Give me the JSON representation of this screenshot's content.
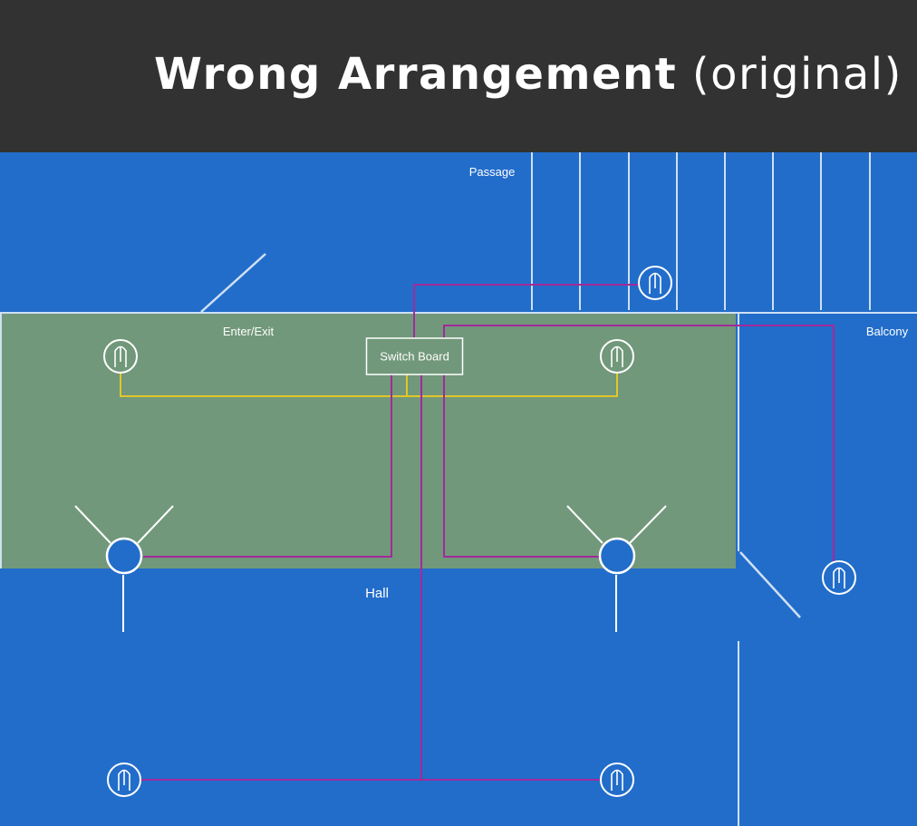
{
  "header": {
    "title_main": "Wrong Arrangement",
    "title_suffix": "(original)"
  },
  "labels": {
    "passage": "Passage",
    "enter_exit": "Enter/Exit",
    "balcony": "Balcony",
    "hall": "Hall",
    "switch_board": "Switch Board"
  },
  "colors": {
    "header_bg": "#323232",
    "floor_blue": "#226dca",
    "hall_zone": "#71987a",
    "wall": "#cfe0f4",
    "wire_purple": "#a22a9a",
    "wire_yellow": "#e2c62a"
  },
  "icons": {
    "light_bulb": "bulb-icon",
    "ceiling_fan": "fan-icon",
    "switch_board": "switch-board-box"
  }
}
